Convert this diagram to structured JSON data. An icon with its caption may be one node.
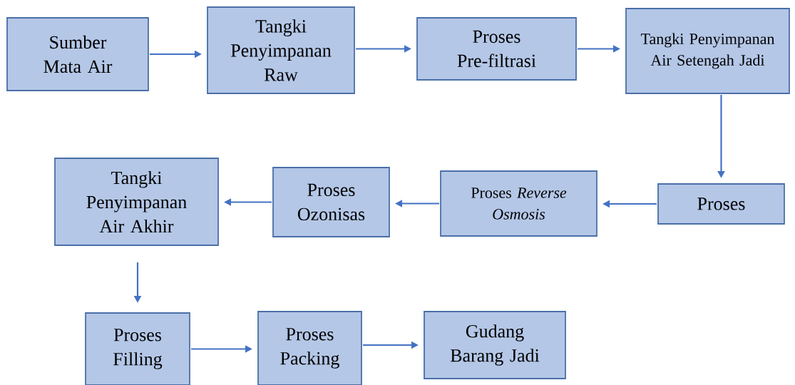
{
  "diagram": {
    "nodes": [
      {
        "text": [
          "Sumber Mata Air"
        ]
      },
      {
        "text": [
          "Tangki Penyimpanan Raw"
        ]
      },
      {
        "text": [
          "Proses Pre-filtrasi"
        ]
      },
      {
        "text": [
          "Tangki Penyimpanan Air Setengah Jadi"
        ]
      },
      {
        "text": [
          "Proses"
        ]
      },
      {
        "text": [
          "Proses *Reverse Osmosis*"
        ]
      },
      {
        "text": [
          "Proses Ozonisas"
        ]
      },
      {
        "text": [
          "Tangki Penyimpanan Air Akhir"
        ]
      },
      {
        "text": [
          "Proses Filling"
        ]
      },
      {
        "text": [
          "Proses Packing"
        ]
      },
      {
        "text": [
          "Gudang Barang Jadi"
        ]
      }
    ],
    "edges": [
      {
        "from": 0,
        "to": 1,
        "arrow": "to"
      },
      {
        "from": 1,
        "to": 2,
        "arrow": "to"
      },
      {
        "from": 2,
        "to": 3,
        "arrow": "to"
      },
      {
        "from": 3,
        "to": 4,
        "arrow": "to"
      },
      {
        "from": 4,
        "to": 5,
        "arrow": "to"
      },
      {
        "from": 5,
        "to": 6,
        "arrow": "to"
      },
      {
        "from": 6,
        "to": 7,
        "arrow": "to"
      },
      {
        "from": 7,
        "to": 8,
        "arrow": "to"
      },
      {
        "from": 8,
        "to": 9,
        "arrow": "to"
      },
      {
        "from": 9,
        "to": 10,
        "arrow": "to"
      }
    ]
  }
}
